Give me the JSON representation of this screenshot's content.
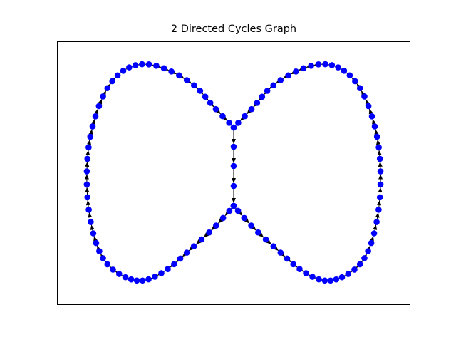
{
  "title": "2 Directed Cycles Graph",
  "colors": {
    "node": "#0000ff",
    "edge": "#000000",
    "frame": "#000000"
  },
  "graph": {
    "directed": true,
    "cycle_count": 2,
    "nodes_per_cycle": 58
  }
}
